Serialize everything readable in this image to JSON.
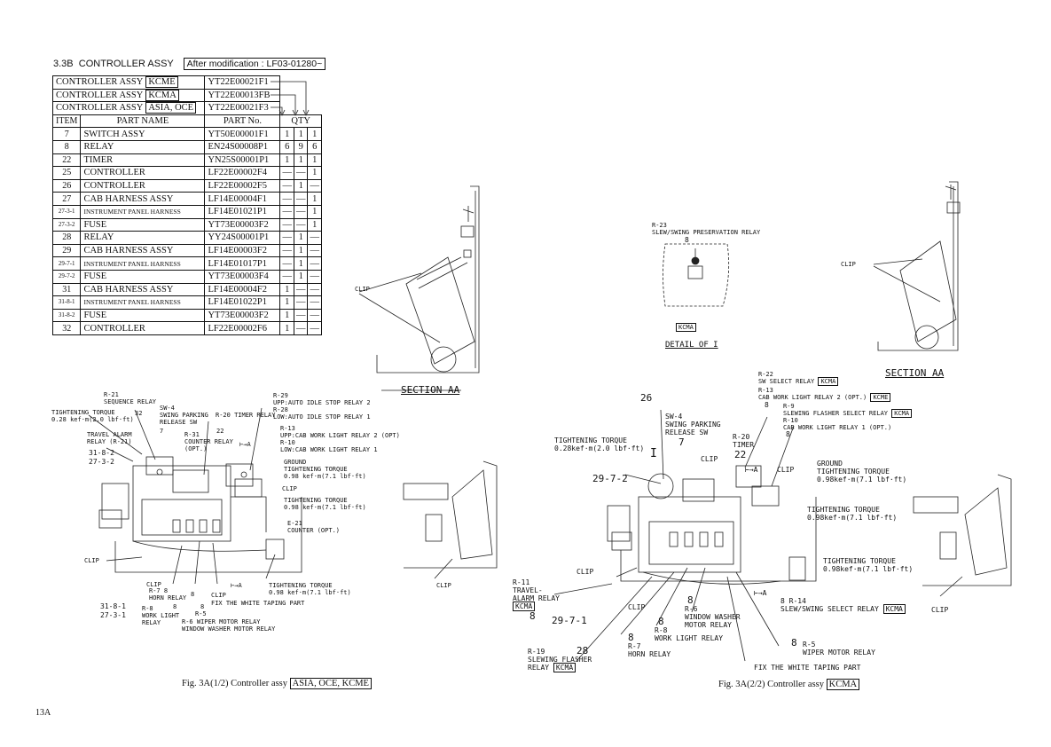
{
  "header": {
    "section": "3.3B",
    "title": "CONTROLLER ASSY",
    "modification": "After modification : LF03-01280~"
  },
  "assy_rows": [
    {
      "name": "CONTROLLER ASSY",
      "variant": "KCME",
      "part_no": "YT22E00021F1"
    },
    {
      "name": "CONTROLLER ASSY",
      "variant": "KCMA",
      "part_no": "YT22E00013FB"
    },
    {
      "name": "CONTROLLER ASSY",
      "variant": "ASIA, OCE",
      "part_no": "YT22E00021F3"
    }
  ],
  "table_headers": {
    "item": "ITEM",
    "part_name": "PART NAME",
    "part_no": "PART No.",
    "qty": "QTY"
  },
  "parts": [
    {
      "item": "7",
      "name": "SWITCH ASSY",
      "part_no": "YT50E00001F1",
      "qty": [
        "1",
        "1",
        "1"
      ]
    },
    {
      "item": "8",
      "name": "RELAY",
      "part_no": "EN24S00008P1",
      "qty": [
        "6",
        "9",
        "6"
      ]
    },
    {
      "item": "22",
      "name": "TIMER",
      "part_no": "YN25S00001P1",
      "qty": [
        "1",
        "1",
        "1"
      ]
    },
    {
      "item": "25",
      "name": "CONTROLLER",
      "part_no": "LF22E00002F4",
      "qty": [
        "—",
        "—",
        "1"
      ]
    },
    {
      "item": "26",
      "name": "CONTROLLER",
      "part_no": "LF22E00002F5",
      "qty": [
        "—",
        "1",
        "—"
      ]
    },
    {
      "item": "27",
      "name": "CAB HARNESS ASSY",
      "part_no": "LF14E00004F1",
      "qty": [
        "—",
        "—",
        "1"
      ]
    },
    {
      "item": "27-3-1",
      "name": "INSTRUMENT PANEL HARNESS",
      "part_no": "LF14E01021P1",
      "qty": [
        "—",
        "—",
        "1"
      ]
    },
    {
      "item": "27-3-2",
      "name": "FUSE",
      "part_no": "YT73E00003F2",
      "qty": [
        "—",
        "—",
        "1"
      ]
    },
    {
      "item": "28",
      "name": "RELAY",
      "part_no": "YY24S00001P1",
      "qty": [
        "—",
        "1",
        "—"
      ]
    },
    {
      "item": "29",
      "name": "CAB HARNESS ASSY",
      "part_no": "LF14E00003F2",
      "qty": [
        "—",
        "1",
        "—"
      ]
    },
    {
      "item": "29-7-1",
      "name": "INSTRUMENT PANEL HARNESS",
      "part_no": "LF14E01017P1",
      "qty": [
        "—",
        "1",
        "—"
      ]
    },
    {
      "item": "29-7-2",
      "name": "FUSE",
      "part_no": "YT73E00003F4",
      "qty": [
        "—",
        "1",
        "—"
      ]
    },
    {
      "item": "31",
      "name": "CAB HARNESS ASSY",
      "part_no": "LF14E00004F2",
      "qty": [
        "1",
        "—",
        "—"
      ]
    },
    {
      "item": "31-8-1",
      "name": "INSTRUMENT PANEL HARNESS",
      "part_no": "LF14E01022P1",
      "qty": [
        "1",
        "—",
        "—"
      ]
    },
    {
      "item": "31-8-2",
      "name": "FUSE",
      "part_no": "YT73E00003F2",
      "qty": [
        "1",
        "—",
        "—"
      ]
    },
    {
      "item": "32",
      "name": "CONTROLLER",
      "part_no": "LF22E00002F6",
      "qty": [
        "1",
        "—",
        "—"
      ]
    }
  ],
  "fig1": {
    "caption": "Fig. 3A(1/2)  Controller assy",
    "caption_box": "ASIA, OCE, KCME",
    "section_label": "SECTION AA",
    "clip": "CLIP",
    "labels": {
      "r21": "R-21",
      "r21_t": "SEQUENCE RELAY",
      "n32": "32",
      "sw4": "SW-4",
      "sw4_t1": "SWING PARKING",
      "sw4_t2": "RELEASE SW",
      "n7": "7",
      "r20": "R-20",
      "r20_t": "TIMER RELAY",
      "n22": "22",
      "r31": "R-31",
      "r31_t1": "COUNTER RELAY",
      "r31_t2": "(OPT.)",
      "a1": "A",
      "tt": "TIGHTENING TORQUE",
      "tt_v": "0.28 kef·m(2.0 lbf·ft)",
      "tar": "TRAVEL ALARM",
      "tar2": "RELAY (R-21)",
      "n3182": "31-8-2",
      "n2732": "27-3-2",
      "r29": "R-29",
      "r29_t": "UPP:AUTO IDLE STOP RELAY 2",
      "r28": "R-28",
      "r28_t": "LOW:AUTO IDLE STOP RELAY 1",
      "r13": "R-13",
      "r13_t": "UPP:CAB WORK LIGHT RELAY 2 (OPT)",
      "r10": "R-10",
      "r10_t": "LOW:CAB WORK LIGHT RELAY 1",
      "ground": "GROUND",
      "tt2": "TIGHTENING TORQUE",
      "tt2_v": "0.98 kef·m(7.1 lbf·ft)",
      "clip2": "CLIP",
      "tt3": "TIGHTENING TORQUE",
      "tt3_v": "0.98 kef·m(7.1 lbf·ft)",
      "e21": "E-21",
      "e21_t": "COUNTER (OPT.)",
      "clip3": "CLIP",
      "clip4": "CLIP",
      "clip5": "CLIP",
      "r7": "R-7",
      "r7_t": "HORN RELAY",
      "n8a": "8",
      "n3181": "31-8-1",
      "n2731": "27-3-1",
      "r8": "R-8",
      "r8_t1": "WORK LIGHT",
      "r8_t2": "RELAY",
      "n8b": "8",
      "r5": "R-5",
      "r5_t": "WIPER MOTOR RELAY",
      "r6": "R-6",
      "r6_t": "WINDOW WASHER MOTOR RELAY",
      "n8c": "8",
      "n8d": "8",
      "a2": "A",
      "tt4": "TIGHTENING TORQUE",
      "tt4_v": "0.98 kef·m(7.1 lbf·ft)",
      "fix": "FIX THE WHITE TAPING PART",
      "clip_b": "CLIP"
    }
  },
  "fig2": {
    "caption": "Fig. 3A(2/2)  Controller assy",
    "caption_box": "KCMA",
    "section_label": "SECTION AA",
    "detail_label": "DETAIL OF I",
    "kcma": "KCMA",
    "labels": {
      "r23": "R-23",
      "r23_t": "SLEW/SWING PRESERVATION RELAY",
      "n8": "8",
      "clip_top": "CLIP",
      "r22": "R-22",
      "r22_t": "SW SELECT RELAY",
      "r22_box": "KCMA",
      "r13": "R-13",
      "r13_t": "CAB WORK LIGHT RELAY 2 (OPT.)",
      "r13_box": "KCME",
      "r9": "R-9",
      "r9_t": "SLEWING FLASHER SELECT RELAY",
      "r9_box": "KCMA",
      "r10": "R-10",
      "r10_t": "CAB WORK LIGHT RELAY 1 (OPT.)",
      "n26": "26",
      "n8a": "8",
      "n8b": "8",
      "sw4": "SW-4",
      "sw4_t1": "SWING PARKING",
      "sw4_t2": "RELEASE SW",
      "n7": "7",
      "tt": "TIGHTENING TORQUE",
      "tt_v": "0.28kef·m(2.0 lbf·ft)",
      "i": "I",
      "r20": "R-20",
      "r20_t": "TIMER",
      "n22": "22",
      "clip1": "CLIP",
      "a1": "A",
      "clip2": "CLIP",
      "ground": "GROUND",
      "tt2": "TIGHTENING TORQUE",
      "tt2_v": "0.98kef·m(7.1 lbf·ft)",
      "tt3": "TIGHTENING TORQUE",
      "tt3_v": "0.98kef·m(7.1 lbf·ft)",
      "n2972": "29-7-2",
      "tt4": "TIGHTENING TORQUE",
      "tt4_v": "0.98kef·m(7.1 lbf·ft)",
      "clip3": "CLIP",
      "r11": "R-11",
      "r11_t1": "TRAVEL-",
      "r11_t2": "ALARM RELAY",
      "r11_box": "KCMA",
      "n8c": "8",
      "clip4": "CLIP",
      "n8d": "8",
      "r6": "R-6",
      "r6_t1": "WINDOW WASHER",
      "r6_t2": "MOTOR RELAY",
      "a2": "A",
      "r14": "R-14",
      "n8e": "8",
      "r14_t": "SLEW/SWING SELECT RELAY",
      "r14_box": "KCMA",
      "clip_right": "CLIP",
      "n2971": "29-7-1",
      "n8f": "8",
      "r8": "R-8",
      "r8_t": "WORK LIGHT RELAY",
      "n8g": "8",
      "r5": "R-5",
      "r5_t": "WIPER MOTOR RELAY",
      "n28": "28",
      "r7": "R-7",
      "r7_t": "HORN RELAY",
      "r19": "R-19",
      "r19_t1": "SLEWING FLASHER",
      "r19_t2": "RELAY",
      "r19_box": "KCMA",
      "fix": "FIX THE WHITE TAPING PART"
    }
  },
  "page_number": "13A"
}
